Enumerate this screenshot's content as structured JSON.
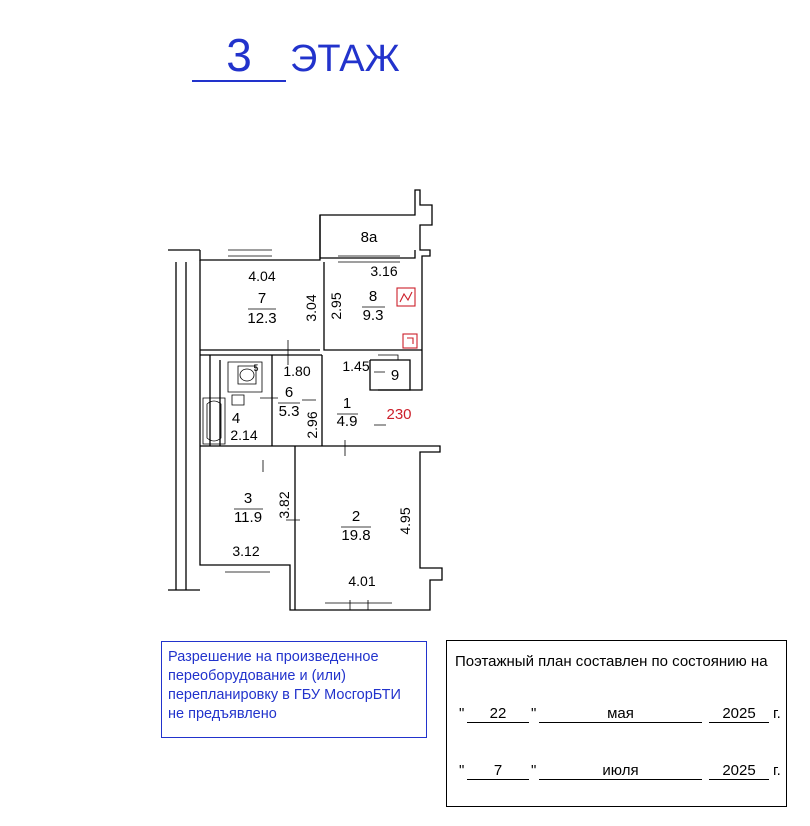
{
  "floor_header": {
    "number": "3",
    "label": "ЭТАЖ"
  },
  "rooms": [
    {
      "number": "1",
      "area": "4.9"
    },
    {
      "number": "2",
      "area": "19.8"
    },
    {
      "number": "3",
      "area": "11.9"
    },
    {
      "number": "4",
      "area": ""
    },
    {
      "number": "5",
      "area": ""
    },
    {
      "number": "6",
      "area": "5.3"
    },
    {
      "number": "7",
      "area": "12.3"
    },
    {
      "number": "8",
      "area": "9.3"
    },
    {
      "number": "8а",
      "area": ""
    },
    {
      "number": "9",
      "area": ""
    }
  ],
  "dimensions": {
    "r7_width": "4.04",
    "r7_height": "3.04",
    "r8_width": "3.16",
    "r8_height": "2.95",
    "r1_width": "1.45",
    "r6_width": "1.80",
    "r6_height": "2.96",
    "r4_width": "2.14",
    "r3_width": "3.12",
    "r3_height": "3.82",
    "r2_width": "4.01",
    "r2_height": "4.95"
  },
  "ceiling_height_mark": "230",
  "permit_note": "Разрешение  на произведенное\nпереоборудование и (или)\nперепланировку в ГБУ МосгорБТИ\nне предъявлено",
  "state_stamp": {
    "title": "Поэтажный план составлен по состоянию на",
    "dates": [
      {
        "day": "22",
        "month": "мая",
        "year": "2025",
        "suffix": "г."
      },
      {
        "day": "7",
        "month": "июля",
        "year": "2025",
        "suffix": "г."
      }
    ]
  },
  "colors": {
    "header_blue": "#2233cc",
    "mark_red": "#cc1f2a",
    "line": "#000000"
  }
}
